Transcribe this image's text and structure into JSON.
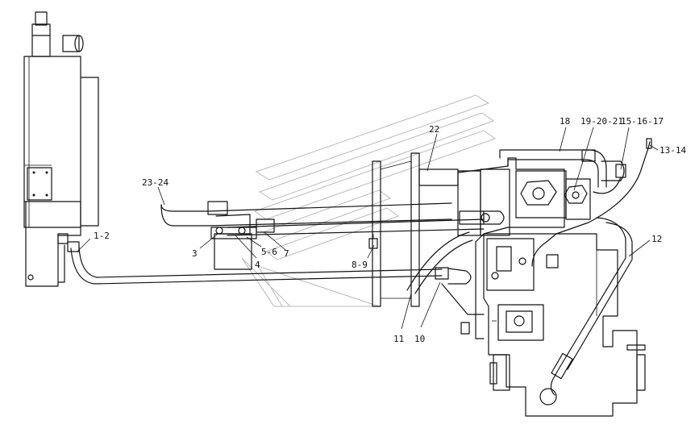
{
  "diagram": {
    "colors": {
      "line": "#111111",
      "watermark": "#b9b9b9",
      "background": "#ffffff"
    },
    "callouts": [
      {
        "id": "1-2",
        "text": "1-2"
      },
      {
        "id": "3",
        "text": "3"
      },
      {
        "id": "4",
        "text": "4"
      },
      {
        "id": "5-6",
        "text": "5-6"
      },
      {
        "id": "7",
        "text": "7"
      },
      {
        "id": "8-9",
        "text": "8-9"
      },
      {
        "id": "10",
        "text": "10"
      },
      {
        "id": "11",
        "text": "11"
      },
      {
        "id": "12",
        "text": "12"
      },
      {
        "id": "13-14",
        "text": "13-14"
      },
      {
        "id": "15-16-17",
        "text": "15-16-17"
      },
      {
        "id": "18",
        "text": "18"
      },
      {
        "id": "19-20-21",
        "text": "19-20-21"
      },
      {
        "id": "22",
        "text": "22"
      },
      {
        "id": "23-24",
        "text": "23-24"
      }
    ]
  }
}
